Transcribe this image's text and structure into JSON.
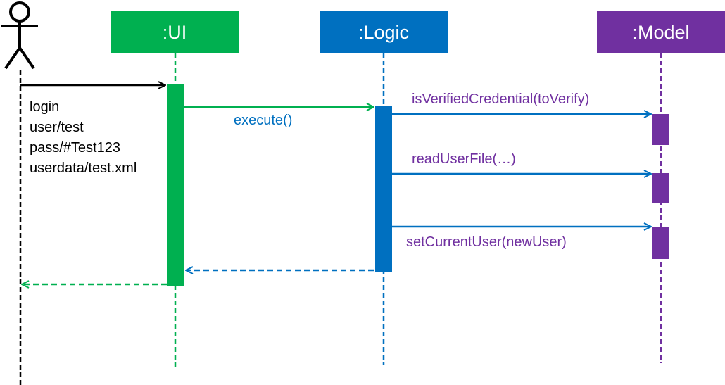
{
  "participants": {
    "ui": {
      "label": ":UI",
      "color": "#00B050"
    },
    "logic": {
      "label": ":Logic",
      "color": "#0070C0"
    },
    "model": {
      "label": ":Model",
      "color": "#7030A0"
    }
  },
  "user_command": {
    "lines": [
      "login",
      "user/test",
      "pass/#Test123",
      "userdata/test.xml"
    ]
  },
  "messages": {
    "execute": "execute()",
    "is_verified": "isVerifiedCredential(toVerify)",
    "read_user_file": "readUserFile(…)",
    "set_current_user": "setCurrentUser(newUser)"
  },
  "colors": {
    "actor": "#000000",
    "ui": "#00B050",
    "logic": "#0070C0",
    "model": "#7030A0"
  }
}
